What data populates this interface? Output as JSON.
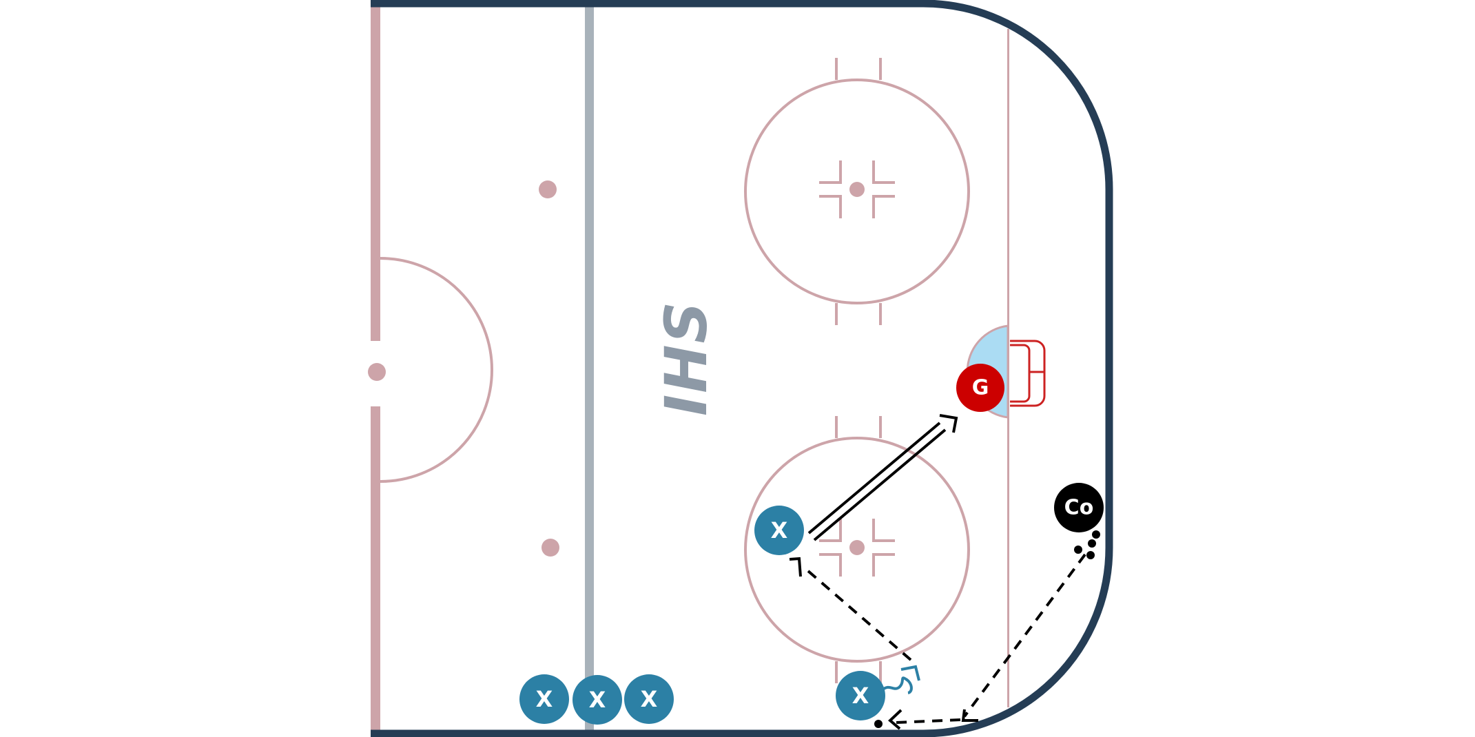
{
  "rink": {
    "board_color": "#253d55",
    "red_line_color": "#cda4a9",
    "blue_line_color": "#a8b2ba",
    "ice_color": "#ffffff",
    "crease_color": "#abdcf3",
    "net_color": "#cc2222"
  },
  "logo": {
    "text": "IHS",
    "color": "#8d99a6"
  },
  "players": {
    "color": "#2c80a5",
    "label": "X",
    "count": 5
  },
  "goalie": {
    "label": "G",
    "color": "#cc0000"
  },
  "coach": {
    "label": "Co",
    "color": "#000000"
  },
  "pucks": {
    "color": "#000000",
    "count": 5
  },
  "drill": {
    "pass_line": "dashed",
    "shot_line": "double",
    "skate_line": "wavy"
  }
}
